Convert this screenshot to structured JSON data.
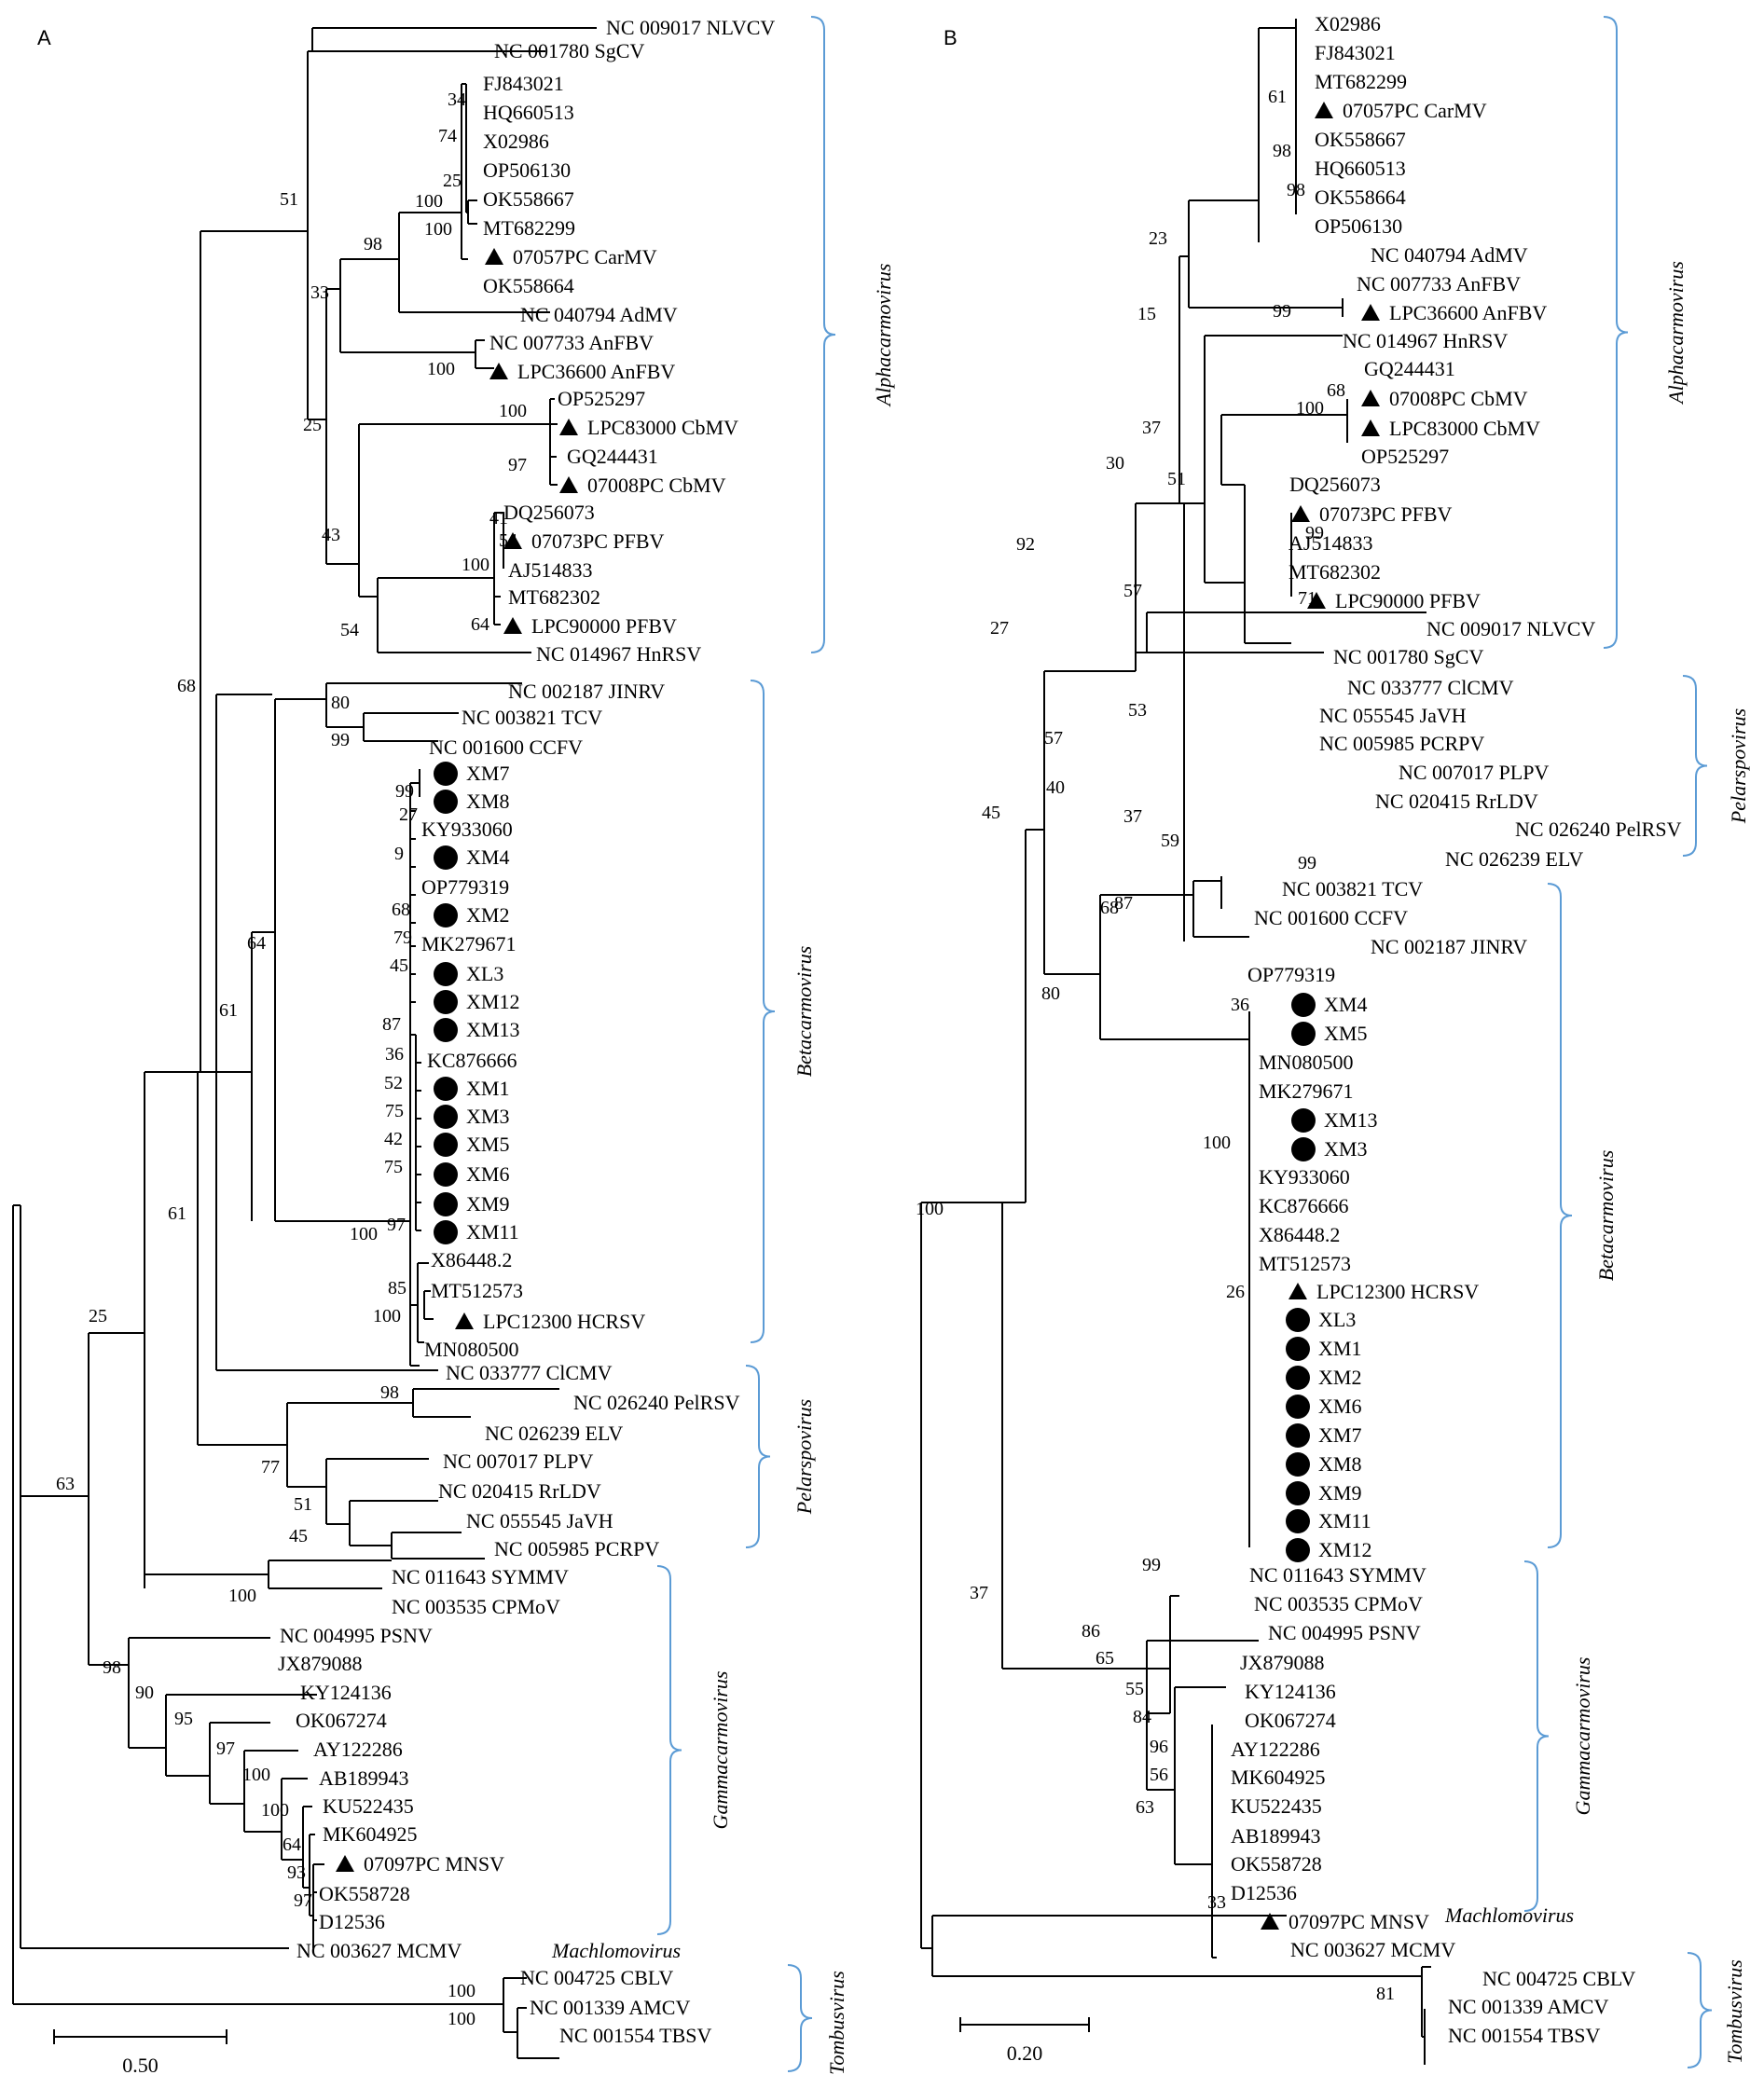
{
  "panels": [
    {
      "label": "A",
      "scale": "0.50",
      "leaves": [
        {
          "label": "NC 009017 NLVCV",
          "marker": "none"
        },
        {
          "label": "NC 001780 SgCV",
          "marker": "none"
        },
        {
          "label": "FJ843021",
          "marker": "none"
        },
        {
          "label": "HQ660513",
          "marker": "none"
        },
        {
          "label": "X02986",
          "marker": "none"
        },
        {
          "label": "OP506130",
          "marker": "none"
        },
        {
          "label": "OK558667",
          "marker": "none"
        },
        {
          "label": "MT682299",
          "marker": "none"
        },
        {
          "label": "07057PC CarMV",
          "marker": "triangle"
        },
        {
          "label": "OK558664",
          "marker": "none"
        },
        {
          "label": "NC 040794 AdMV",
          "marker": "none"
        },
        {
          "label": "NC 007733 AnFBV",
          "marker": "none"
        },
        {
          "label": "LPC36600 AnFBV",
          "marker": "triangle"
        },
        {
          "label": "OP525297",
          "marker": "none"
        },
        {
          "label": "LPC83000 CbMV",
          "marker": "triangle"
        },
        {
          "label": "GQ244431",
          "marker": "none"
        },
        {
          "label": "07008PC CbMV",
          "marker": "triangle"
        },
        {
          "label": "DQ256073",
          "marker": "none"
        },
        {
          "label": "07073PC PFBV",
          "marker": "triangle"
        },
        {
          "label": "AJ514833",
          "marker": "none"
        },
        {
          "label": "MT682302",
          "marker": "none"
        },
        {
          "label": "LPC90000 PFBV",
          "marker": "triangle"
        },
        {
          "label": "NC 014967 HnRSV",
          "marker": "none"
        },
        {
          "label": "NC 002187 JINRV",
          "marker": "none"
        },
        {
          "label": "NC 003821 TCV",
          "marker": "none"
        },
        {
          "label": "NC 001600 CCFV",
          "marker": "none"
        },
        {
          "label": "XM7",
          "marker": "circle"
        },
        {
          "label": "XM8",
          "marker": "circle"
        },
        {
          "label": "KY933060",
          "marker": "none"
        },
        {
          "label": "XM4",
          "marker": "circle"
        },
        {
          "label": "OP779319",
          "marker": "none"
        },
        {
          "label": "XM2",
          "marker": "circle"
        },
        {
          "label": "MK279671",
          "marker": "none"
        },
        {
          "label": "XL3",
          "marker": "circle"
        },
        {
          "label": "XM12",
          "marker": "circle"
        },
        {
          "label": "XM13",
          "marker": "circle"
        },
        {
          "label": "KC876666",
          "marker": "none"
        },
        {
          "label": "XM1",
          "marker": "circle"
        },
        {
          "label": "XM3",
          "marker": "circle"
        },
        {
          "label": "XM5",
          "marker": "circle"
        },
        {
          "label": "XM6",
          "marker": "circle"
        },
        {
          "label": "XM9",
          "marker": "circle"
        },
        {
          "label": "XM11",
          "marker": "circle"
        },
        {
          "label": "X86448.2",
          "marker": "none"
        },
        {
          "label": "MT512573",
          "marker": "none"
        },
        {
          "label": "LPC12300 HCRSV",
          "marker": "triangle"
        },
        {
          "label": "MN080500",
          "marker": "none"
        },
        {
          "label": "NC 033777 ClCMV",
          "marker": "none"
        },
        {
          "label": "NC 026240 PelRSV",
          "marker": "none"
        },
        {
          "label": "NC 026239 ELV",
          "marker": "none"
        },
        {
          "label": "NC 007017 PLPV",
          "marker": "none"
        },
        {
          "label": "NC 020415 RrLDV",
          "marker": "none"
        },
        {
          "label": "NC 055545 JaVH",
          "marker": "none"
        },
        {
          "label": "NC 005985 PCRPV",
          "marker": "none"
        },
        {
          "label": "NC 011643 SYMMV",
          "marker": "none"
        },
        {
          "label": "NC 003535 CPMoV",
          "marker": "none"
        },
        {
          "label": "NC 004995 PSNV",
          "marker": "none"
        },
        {
          "label": "JX879088",
          "marker": "none"
        },
        {
          "label": "KY124136",
          "marker": "none"
        },
        {
          "label": "OK067274",
          "marker": "none"
        },
        {
          "label": "AY122286",
          "marker": "none"
        },
        {
          "label": "AB189943",
          "marker": "none"
        },
        {
          "label": "KU522435",
          "marker": "none"
        },
        {
          "label": "MK604925",
          "marker": "none"
        },
        {
          "label": "07097PC MNSV",
          "marker": "triangle"
        },
        {
          "label": "OK558728",
          "marker": "none"
        },
        {
          "label": "D12536",
          "marker": "none"
        },
        {
          "label": "NC 003627 MCMV",
          "marker": "none"
        },
        {
          "label": "NC 004725 CBLV",
          "marker": "none"
        },
        {
          "label": "NC 001339 AMCV",
          "marker": "none"
        },
        {
          "label": "NC 001554 TBSV",
          "marker": "none"
        }
      ],
      "bootstrap": [
        "51",
        "34",
        "74",
        "25",
        "100",
        "100",
        "98",
        "33",
        "100",
        "25",
        "100",
        "97",
        "43",
        "54",
        "41",
        "100",
        "64",
        "54",
        "68",
        "80",
        "99",
        "64",
        "99",
        "27",
        "9",
        "68",
        "79",
        "45",
        "87",
        "36",
        "52",
        "75",
        "42",
        "75",
        "97",
        "100",
        "85",
        "100",
        "61",
        "61",
        "98",
        "77",
        "51",
        "45",
        "25",
        "100",
        "63",
        "98",
        "90",
        "95",
        "97",
        "100",
        "100",
        "64",
        "93",
        "97",
        "100",
        "100"
      ],
      "genera": [
        "Alphacarmovirus",
        "Betacarmovirus",
        "Pelarspovirus",
        "Gammacarmovirus",
        "Machlomovirus",
        "Tombusvirus"
      ]
    },
    {
      "label": "B",
      "scale": "0.20",
      "leaves": [
        {
          "label": "X02986",
          "marker": "none"
        },
        {
          "label": "FJ843021",
          "marker": "none"
        },
        {
          "label": "MT682299",
          "marker": "none"
        },
        {
          "label": "07057PC CarMV",
          "marker": "triangle"
        },
        {
          "label": "OK558667",
          "marker": "none"
        },
        {
          "label": "HQ660513",
          "marker": "none"
        },
        {
          "label": "OK558664",
          "marker": "none"
        },
        {
          "label": "OP506130",
          "marker": "none"
        },
        {
          "label": "NC 040794 AdMV",
          "marker": "none"
        },
        {
          "label": "NC 007733 AnFBV",
          "marker": "none"
        },
        {
          "label": "LPC36600 AnFBV",
          "marker": "triangle"
        },
        {
          "label": "NC 014967 HnRSV",
          "marker": "none"
        },
        {
          "label": "GQ244431",
          "marker": "none"
        },
        {
          "label": "07008PC CbMV",
          "marker": "triangle"
        },
        {
          "label": "LPC83000 CbMV",
          "marker": "triangle"
        },
        {
          "label": "OP525297",
          "marker": "none"
        },
        {
          "label": "DQ256073",
          "marker": "none"
        },
        {
          "label": "07073PC PFBV",
          "marker": "triangle"
        },
        {
          "label": "AJ514833",
          "marker": "none"
        },
        {
          "label": "MT682302",
          "marker": "none"
        },
        {
          "label": "LPC90000 PFBV",
          "marker": "triangle"
        },
        {
          "label": "NC 009017 NLVCV",
          "marker": "none"
        },
        {
          "label": "NC 001780 SgCV",
          "marker": "none"
        },
        {
          "label": "NC 033777 ClCMV",
          "marker": "none"
        },
        {
          "label": "NC 055545 JaVH",
          "marker": "none"
        },
        {
          "label": "NC 005985 PCRPV",
          "marker": "none"
        },
        {
          "label": "NC 007017 PLPV",
          "marker": "none"
        },
        {
          "label": "NC 020415 RrLDV",
          "marker": "none"
        },
        {
          "label": "NC 026240 PelRSV",
          "marker": "none"
        },
        {
          "label": "NC 026239 ELV",
          "marker": "none"
        },
        {
          "label": "NC 003821 TCV",
          "marker": "none"
        },
        {
          "label": "NC 001600 CCFV",
          "marker": "none"
        },
        {
          "label": "NC 002187 JINRV",
          "marker": "none"
        },
        {
          "label": "OP779319",
          "marker": "none"
        },
        {
          "label": "XM4",
          "marker": "circle"
        },
        {
          "label": "XM5",
          "marker": "circle"
        },
        {
          "label": "MN080500",
          "marker": "none"
        },
        {
          "label": "MK279671",
          "marker": "none"
        },
        {
          "label": "XM13",
          "marker": "circle"
        },
        {
          "label": "XM3",
          "marker": "circle"
        },
        {
          "label": "KY933060",
          "marker": "none"
        },
        {
          "label": "KC876666",
          "marker": "none"
        },
        {
          "label": "X86448.2",
          "marker": "none"
        },
        {
          "label": "MT512573",
          "marker": "none"
        },
        {
          "label": "LPC12300 HCRSV",
          "marker": "triangle"
        },
        {
          "label": "XL3",
          "marker": "circle"
        },
        {
          "label": "XM1",
          "marker": "circle"
        },
        {
          "label": "XM2",
          "marker": "circle"
        },
        {
          "label": "XM6",
          "marker": "circle"
        },
        {
          "label": "XM7",
          "marker": "circle"
        },
        {
          "label": "XM8",
          "marker": "circle"
        },
        {
          "label": "XM9",
          "marker": "circle"
        },
        {
          "label": "XM11",
          "marker": "circle"
        },
        {
          "label": "XM12",
          "marker": "circle"
        },
        {
          "label": "NC 011643 SYMMV",
          "marker": "none"
        },
        {
          "label": "NC 003535 CPMoV",
          "marker": "none"
        },
        {
          "label": "NC 004995 PSNV",
          "marker": "none"
        },
        {
          "label": "JX879088",
          "marker": "none"
        },
        {
          "label": "KY124136",
          "marker": "none"
        },
        {
          "label": "OK067274",
          "marker": "none"
        },
        {
          "label": "AY122286",
          "marker": "none"
        },
        {
          "label": "MK604925",
          "marker": "none"
        },
        {
          "label": "KU522435",
          "marker": "none"
        },
        {
          "label": "AB189943",
          "marker": "none"
        },
        {
          "label": "OK558728",
          "marker": "none"
        },
        {
          "label": "D12536",
          "marker": "none"
        },
        {
          "label": "07097PC MNSV",
          "marker": "triangle"
        },
        {
          "label": "NC 003627 MCMV",
          "marker": "none"
        },
        {
          "label": "NC 004725 CBLV",
          "marker": "none"
        },
        {
          "label": "NC 001339 AMCV",
          "marker": "none"
        },
        {
          "label": "NC 001554 TBSV",
          "marker": "none"
        }
      ],
      "bootstrap": [
        "61",
        "98",
        "98",
        "23",
        "99",
        "15",
        "68",
        "100",
        "37",
        "51",
        "99",
        "57",
        "71",
        "30",
        "92",
        "27",
        "87",
        "68",
        "36",
        "100",
        "26",
        "80",
        "45",
        "53",
        "57",
        "40",
        "37",
        "59",
        "99",
        "99",
        "37",
        "86",
        "65",
        "55",
        "84",
        "96",
        "56",
        "63",
        "33",
        "100",
        "81"
      ],
      "genera": [
        "Alphacarmovirus",
        "Pelarspovirus",
        "Betacarmovirus",
        "Gammacarmovirus",
        "Machlomovirus",
        "Tombusvirus"
      ]
    }
  ],
  "colors": {
    "bracket": "#5b9bd5",
    "line": "#000000",
    "marker": "#000000"
  }
}
